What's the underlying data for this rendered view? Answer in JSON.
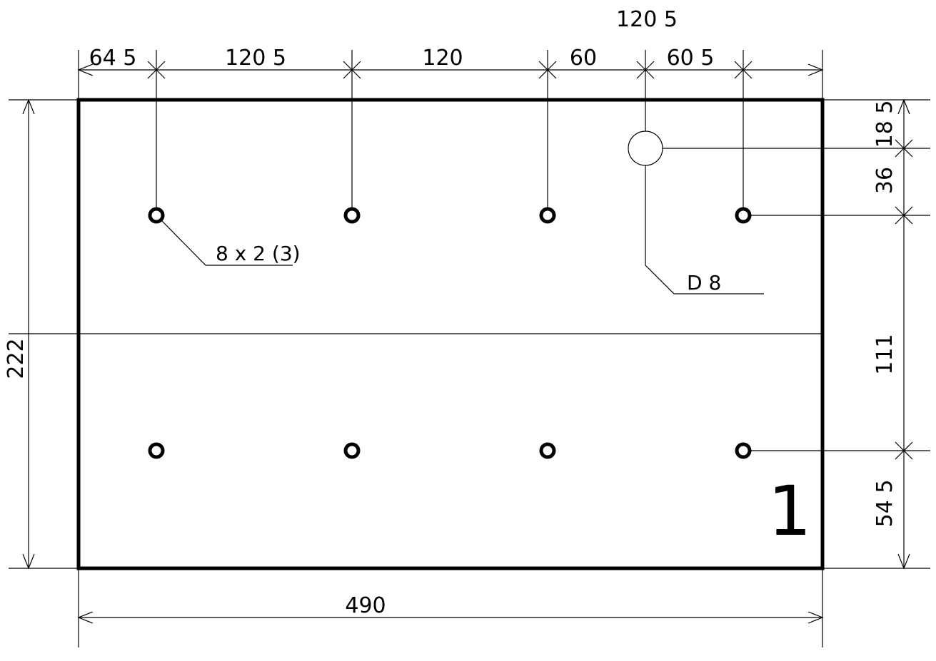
{
  "dimensions": {
    "top": [
      "64 5",
      "120 5",
      "120",
      "60",
      "60 5"
    ],
    "top_extra": "120 5",
    "bottom_total": "490",
    "left_total": "222",
    "right": [
      "18 5",
      "36",
      "111",
      "54 5"
    ]
  },
  "callouts": {
    "small_holes": "8 x 2 (3)",
    "large_hole": "D 8"
  },
  "part_number": "1"
}
